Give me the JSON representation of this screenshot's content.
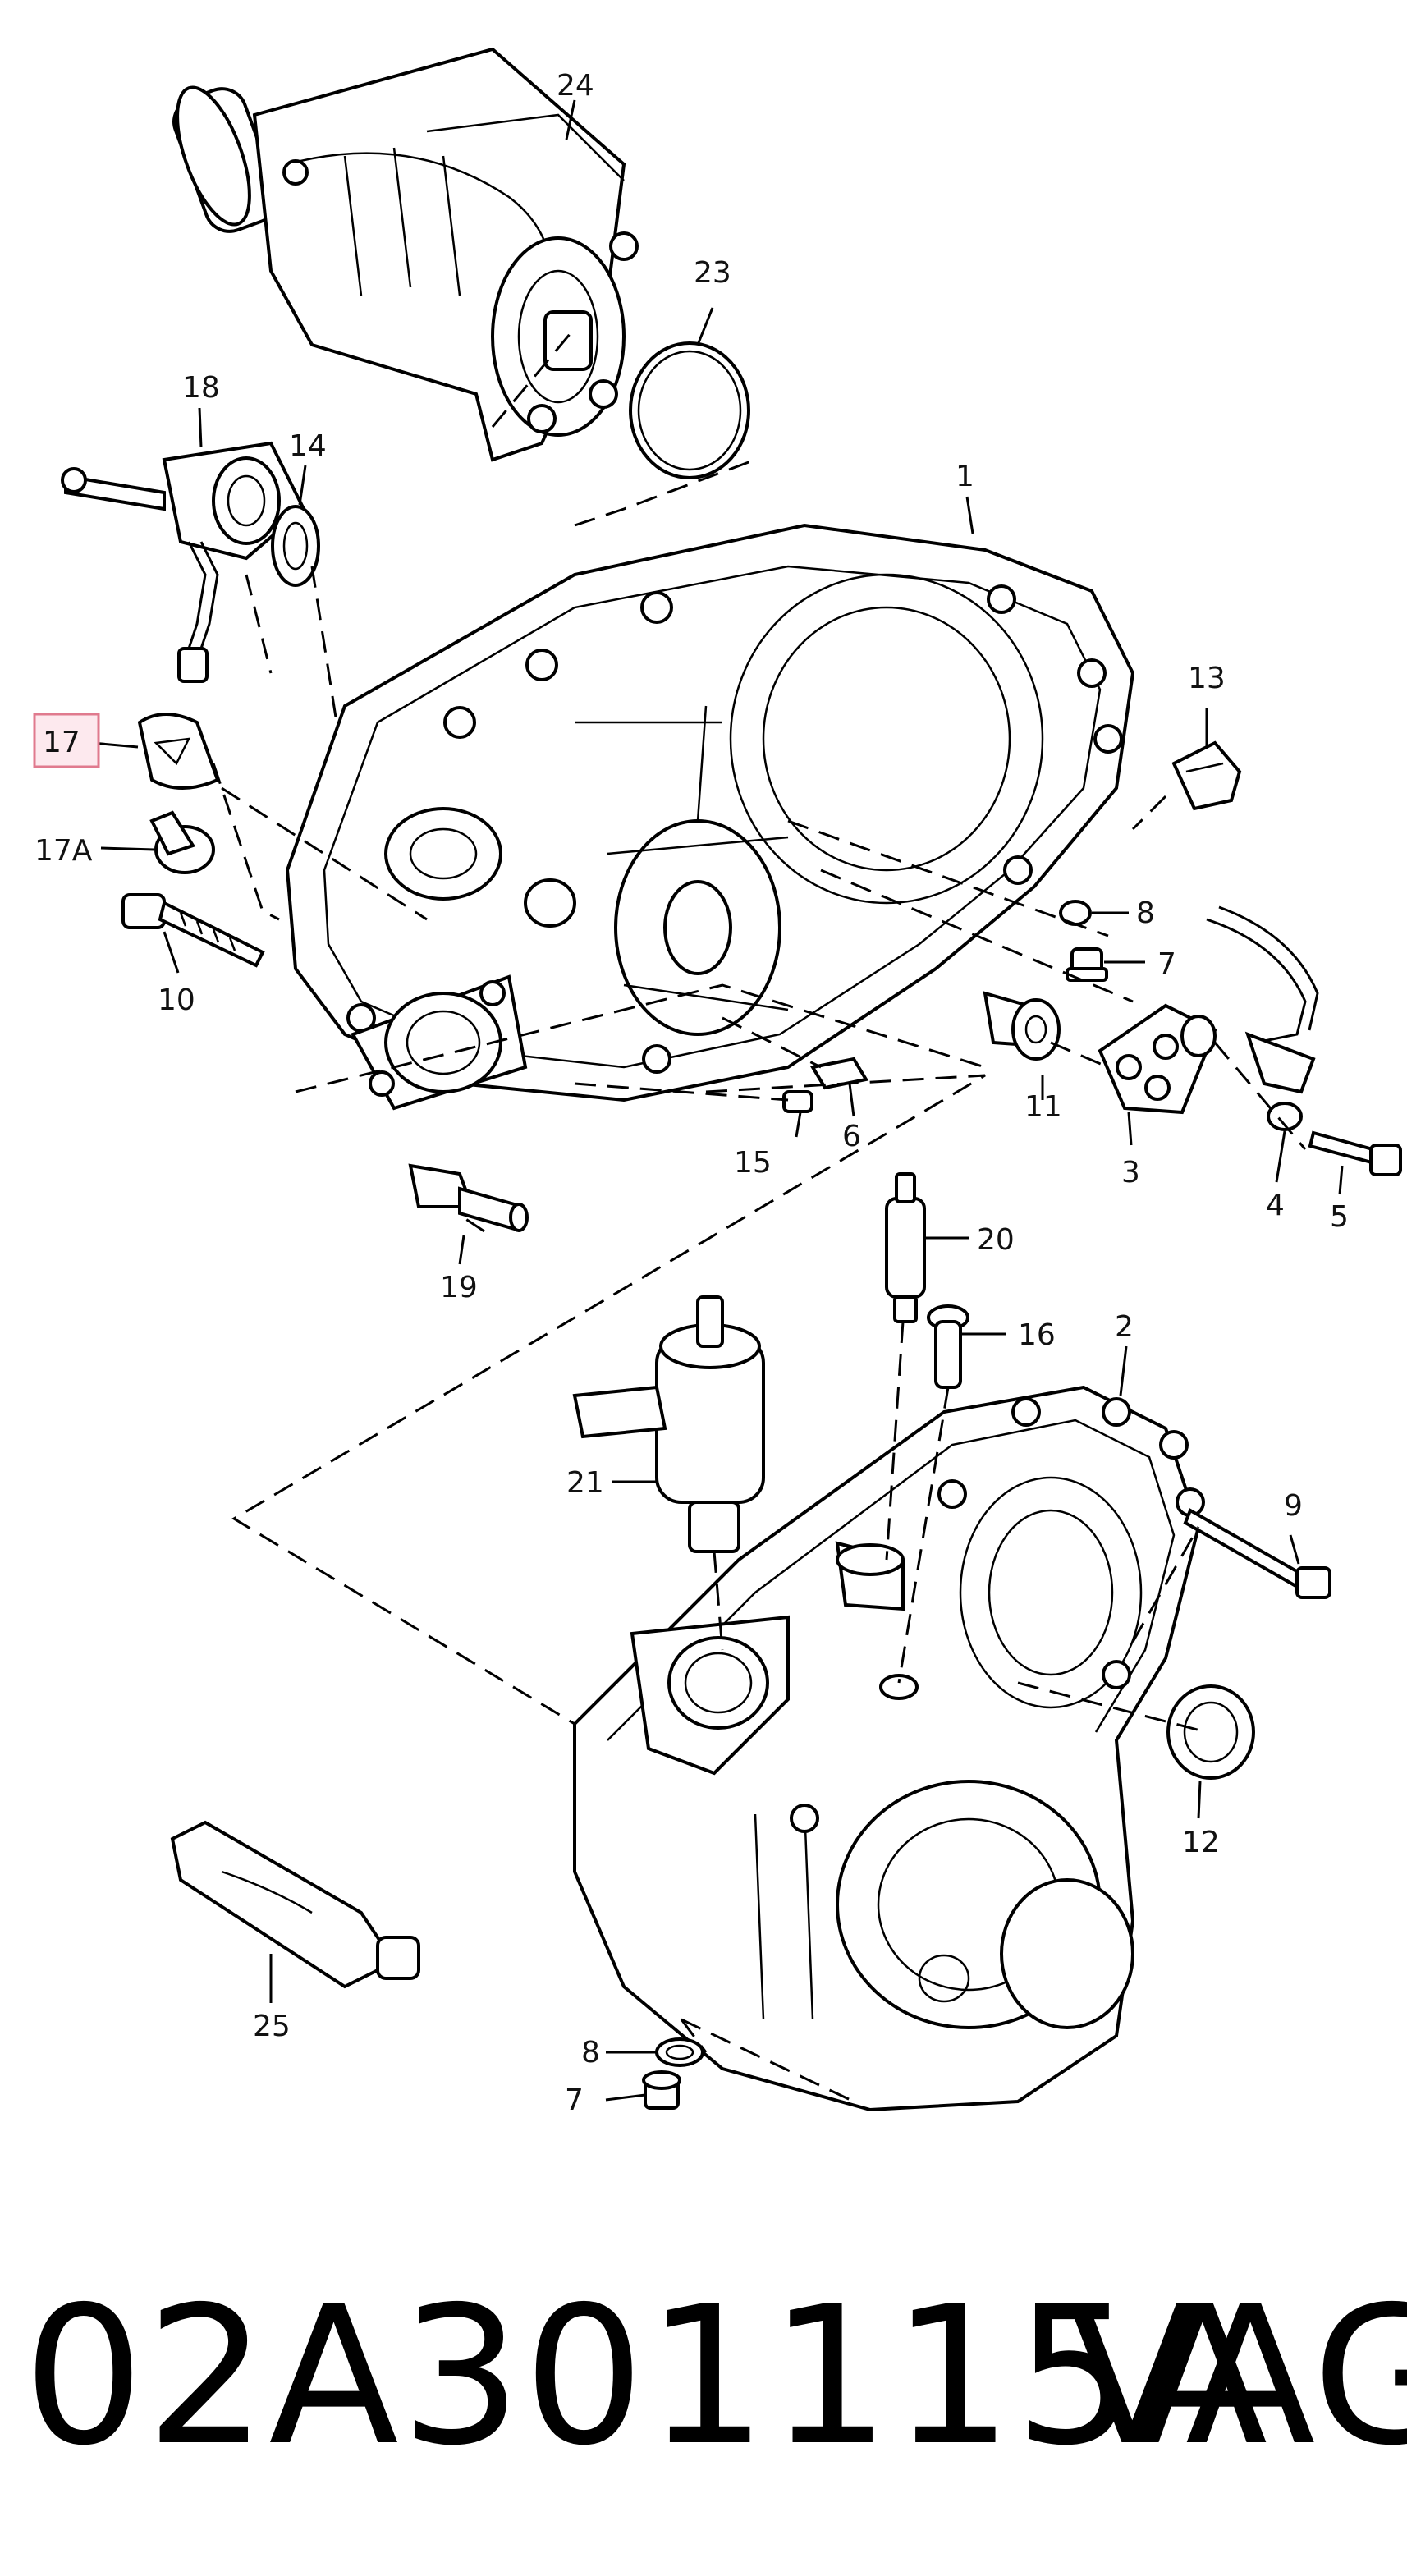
{
  "callouts": {
    "c1": "1",
    "c2": "2",
    "c3": "3",
    "c4": "4",
    "c5": "5",
    "c6": "6",
    "c7a": "7",
    "c7b": "7",
    "c8a": "8",
    "c8b": "8",
    "c9": "9",
    "c10": "10",
    "c11": "11",
    "c12": "12",
    "c13": "13",
    "c14": "14",
    "c15": "15",
    "c16": "16",
    "c17": "17",
    "c17a": "17A",
    "c18": "18",
    "c19": "19",
    "c20": "20",
    "c21": "21",
    "c23": "23",
    "c24": "24",
    "c25": "25"
  },
  "caption": {
    "part_number": "02A301115A",
    "brand": "VAG"
  },
  "highlight": {
    "callout": "17",
    "fill_color": "#fde9ee",
    "border_color": "#e07a8e"
  }
}
